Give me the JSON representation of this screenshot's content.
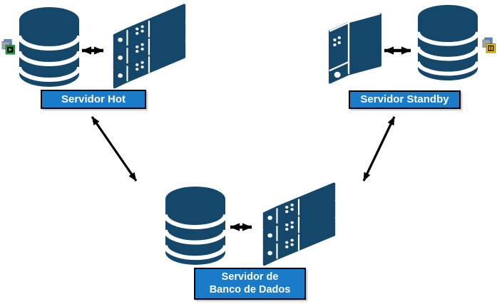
{
  "diagram": {
    "colors": {
      "canvas_bg": "#ffffff",
      "shape_fill": "#15476B",
      "label_fill": "#1A7CC8",
      "label_border": "#000000",
      "label_text": "#ffffff",
      "connector": "#000000",
      "status_running_green": "#2EB340",
      "status_paused_yellow": "#FFE000"
    },
    "nodes": {
      "hot": {
        "label": "Servidor Hot",
        "shapes": [
          "database-icon",
          "server-rack-icon"
        ],
        "status_overlay": "running-icon"
      },
      "standby": {
        "label": "Servidor Standby",
        "shapes": [
          "server-tower-icon",
          "database-icon"
        ],
        "status_overlay": "paused-icon"
      },
      "database_server": {
        "label_line1": "Servidor de",
        "label_line2": "Banco de Dados",
        "shapes": [
          "database-icon",
          "server-rack-icon"
        ]
      }
    },
    "connections": [
      {
        "from": "hot",
        "to": "database_server",
        "type": "bidirectional-arrow"
      },
      {
        "from": "standby",
        "to": "database_server",
        "type": "bidirectional-arrow"
      },
      {
        "within": "hot",
        "between": [
          "database-icon",
          "server-rack-icon"
        ],
        "type": "bidirectional-arrow"
      },
      {
        "within": "standby",
        "between": [
          "server-tower-icon",
          "database-icon"
        ],
        "type": "bidirectional-arrow"
      },
      {
        "within": "database_server",
        "between": [
          "database-icon",
          "server-rack-icon"
        ],
        "type": "bidirectional-arrow"
      }
    ]
  }
}
